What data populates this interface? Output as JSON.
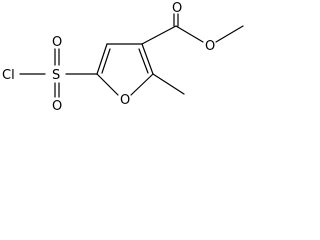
{
  "molecule": {
    "atoms": {
      "chlorine": "Cl",
      "sulfur": "S",
      "sulfonyl_oxygen_top": "O",
      "sulfonyl_oxygen_bottom": "O",
      "ring_oxygen": "O",
      "carbonyl_oxygen": "O",
      "ester_oxygen": "O"
    }
  },
  "colors": {
    "background": "#ffffff",
    "ink": "#000000"
  }
}
